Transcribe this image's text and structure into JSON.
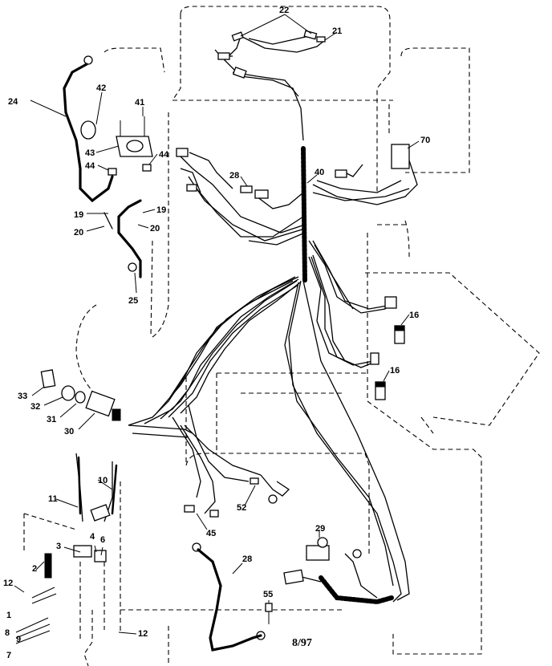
{
  "callouts": [
    {
      "id": "c22",
      "text": "22"
    },
    {
      "id": "c21",
      "text": "21"
    },
    {
      "id": "c24",
      "text": "24"
    },
    {
      "id": "c42",
      "text": "42"
    },
    {
      "id": "c41",
      "text": "41"
    },
    {
      "id": "c43",
      "text": "43"
    },
    {
      "id": "c44a",
      "text": "44"
    },
    {
      "id": "c44b",
      "text": "44"
    },
    {
      "id": "c19a",
      "text": "19"
    },
    {
      "id": "c19b",
      "text": "19"
    },
    {
      "id": "c20a",
      "text": "20"
    },
    {
      "id": "c20b",
      "text": "20"
    },
    {
      "id": "c25",
      "text": "25"
    },
    {
      "id": "c28a",
      "text": "28"
    },
    {
      "id": "c40",
      "text": "40"
    },
    {
      "id": "c70",
      "text": "70"
    },
    {
      "id": "c16a",
      "text": "16"
    },
    {
      "id": "c16b",
      "text": "16"
    },
    {
      "id": "c33",
      "text": "33"
    },
    {
      "id": "c32",
      "text": "32"
    },
    {
      "id": "c31",
      "text": "31"
    },
    {
      "id": "c30",
      "text": "30"
    },
    {
      "id": "c10",
      "text": "10"
    },
    {
      "id": "c11",
      "text": "11"
    },
    {
      "id": "c52",
      "text": "52"
    },
    {
      "id": "c45",
      "text": "45"
    },
    {
      "id": "c29",
      "text": "29"
    },
    {
      "id": "c3",
      "text": "3"
    },
    {
      "id": "c4",
      "text": "4"
    },
    {
      "id": "c6",
      "text": "6"
    },
    {
      "id": "c2",
      "text": "2"
    },
    {
      "id": "c12a",
      "text": "12"
    },
    {
      "id": "c1",
      "text": "1"
    },
    {
      "id": "c8",
      "text": "8"
    },
    {
      "id": "c9",
      "text": "9"
    },
    {
      "id": "c7",
      "text": "7"
    },
    {
      "id": "c12b",
      "text": "12"
    },
    {
      "id": "c28b",
      "text": "28"
    },
    {
      "id": "c55",
      "text": "55"
    }
  ],
  "footer": {
    "date_code": "8/97"
  }
}
